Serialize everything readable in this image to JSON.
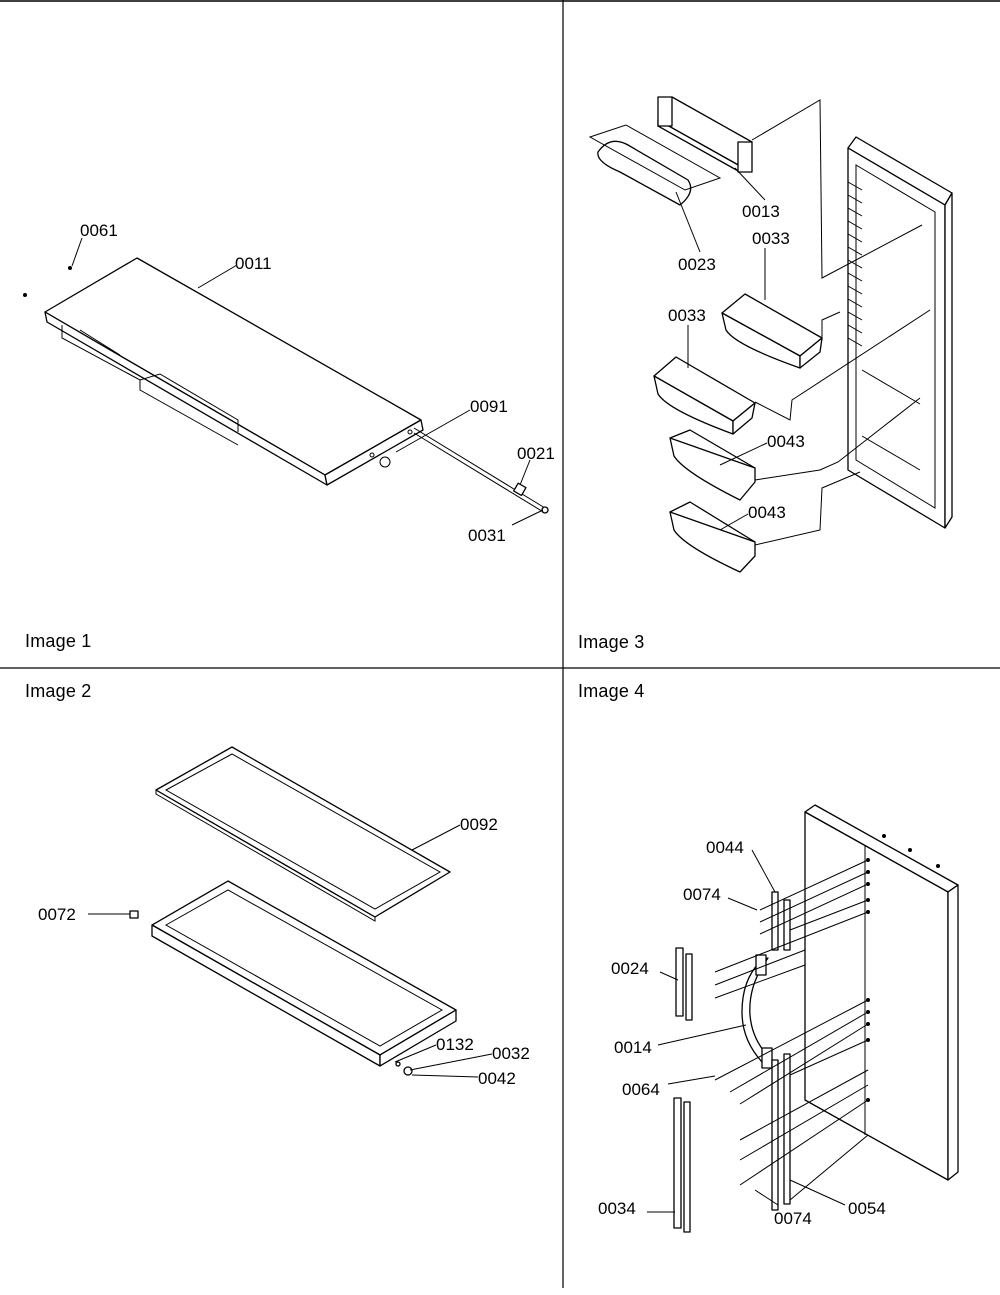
{
  "panels": [
    {
      "caption": "Image 1",
      "labels": {
        "p0061": "0061",
        "p0011": "0011",
        "p0091": "0091",
        "p0021": "0021",
        "p0031": "0031"
      }
    },
    {
      "caption": "Image 2",
      "labels": {
        "p0092": "0092",
        "p0072": "0072",
        "p0132": "0132",
        "p0032": "0032",
        "p0042": "0042"
      }
    },
    {
      "caption": "Image 3",
      "labels": {
        "p0013": "0013",
        "p0023": "0023",
        "p0033a": "0033",
        "p0033b": "0033",
        "p0043a": "0043",
        "p0043b": "0043"
      }
    },
    {
      "caption": "Image 4",
      "labels": {
        "p0044": "0044",
        "p0074a": "0074",
        "p0024": "0024",
        "p0014": "0014",
        "p0064": "0064",
        "p0034": "0034",
        "p0074b": "0074",
        "p0054": "0054"
      }
    }
  ]
}
